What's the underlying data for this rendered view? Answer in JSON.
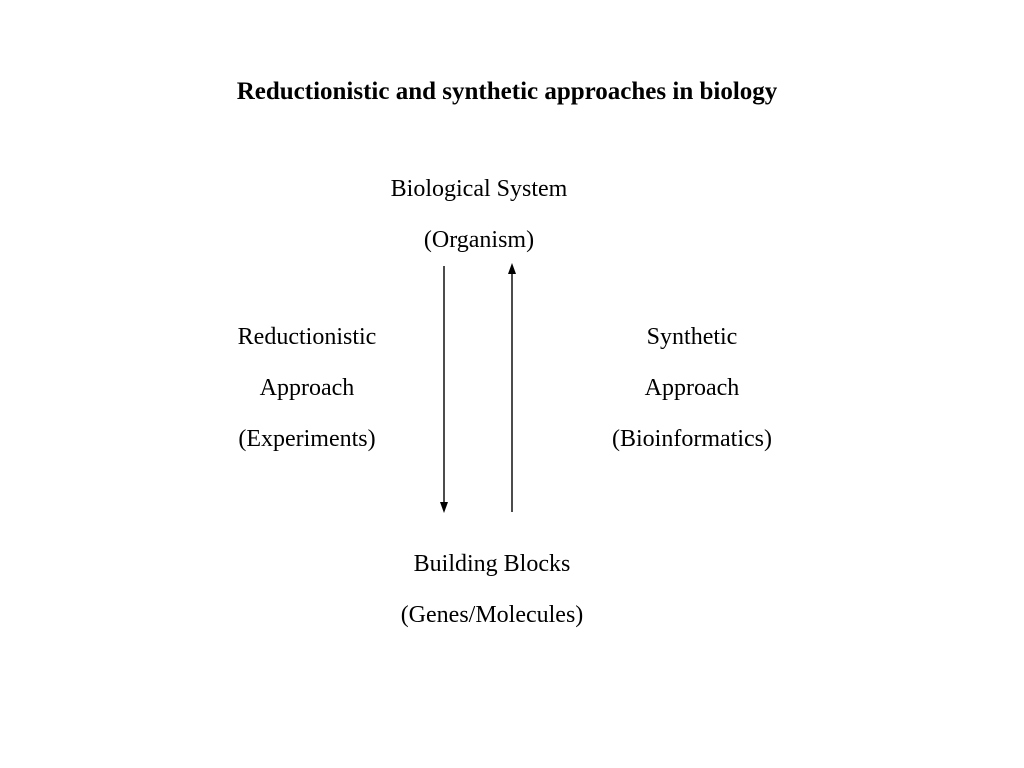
{
  "title": "Reductionistic and synthetic approaches in biology",
  "top_node": {
    "line1": "Biological System",
    "line2": "(Organism)"
  },
  "left_node": {
    "line1": "Reductionistic",
    "line2": "Approach",
    "line3": "(Experiments)"
  },
  "right_node": {
    "line1": "Synthetic",
    "line2": "Approach",
    "line3": "(Bioinformatics)"
  },
  "bottom_node": {
    "line1": "Building Blocks",
    "line2": "(Genes/Molecules)"
  },
  "edges": [
    {
      "from": "top_node",
      "to": "bottom_node",
      "direction": "down",
      "via": "left_node"
    },
    {
      "from": "bottom_node",
      "to": "top_node",
      "direction": "up",
      "via": "right_node"
    }
  ],
  "colors": {
    "text": "#000000",
    "background": "#ffffff",
    "arrow": "#000000"
  }
}
